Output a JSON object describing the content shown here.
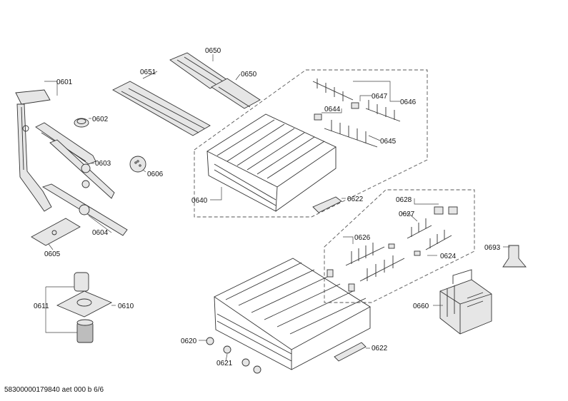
{
  "parts": {
    "p0601": "0601",
    "p0602": "0602",
    "p0603": "0603",
    "p0604": "0604",
    "p0605": "0605",
    "p0606": "0606",
    "p0610": "0610",
    "p0611": "0611",
    "p0620": "0620",
    "p0621": "0621",
    "p0622_top": "0622",
    "p0622_bottom": "0622",
    "p0624": "0624",
    "p0626": "0626",
    "p0627": "0627",
    "p0628": "0628",
    "p0640": "0640",
    "p0644": "0644",
    "p0645": "0645",
    "p0646": "0646",
    "p0647": "0647",
    "p0650_top": "0650",
    "p0650_right": "0650",
    "p0651": "0651",
    "p0660": "0660",
    "p0693": "0693"
  },
  "footer": "58300000179840 aet 000 b 6/6"
}
